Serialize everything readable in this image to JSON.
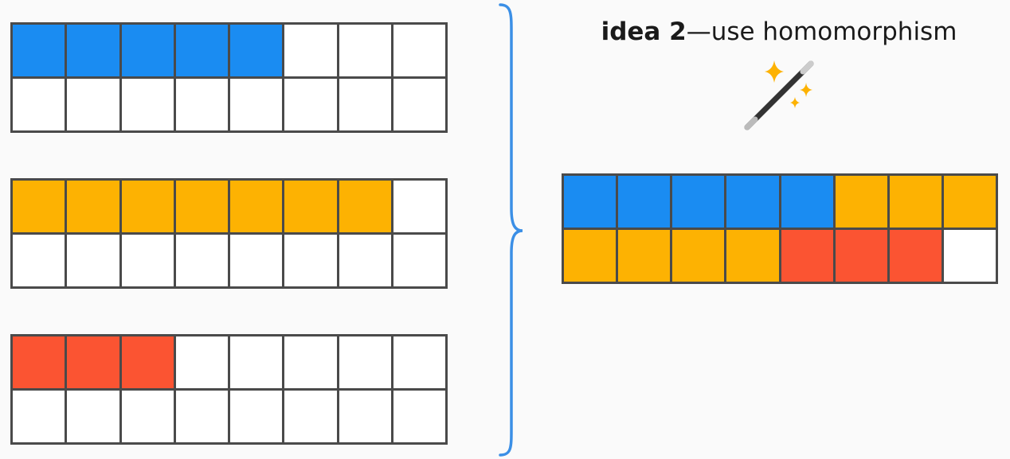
{
  "heading": {
    "bold": "idea 2",
    "rest": "—use homomorphism"
  },
  "icons": {
    "wand": "magic-wand-icon",
    "brace": "right-curly-brace-icon"
  },
  "colors": {
    "blue": "#1a8cf2",
    "yellow": "#fdb202",
    "red": "#fb5432",
    "empty": "#ffffff",
    "border": "#4a4a4a",
    "brace": "#3b8fe6"
  },
  "grids": {
    "blue": {
      "rows": 2,
      "cols": 8,
      "filled": 5,
      "color": "blue"
    },
    "yellow": {
      "rows": 2,
      "cols": 8,
      "filled": 7,
      "color": "yellow"
    },
    "red": {
      "rows": 2,
      "cols": 8,
      "filled": 3,
      "color": "red"
    },
    "merged": {
      "rows": 2,
      "cols": 8,
      "segments": [
        {
          "color": "blue",
          "count": 5
        },
        {
          "color": "yellow",
          "count": 7
        },
        {
          "color": "red",
          "count": 3
        }
      ]
    }
  }
}
